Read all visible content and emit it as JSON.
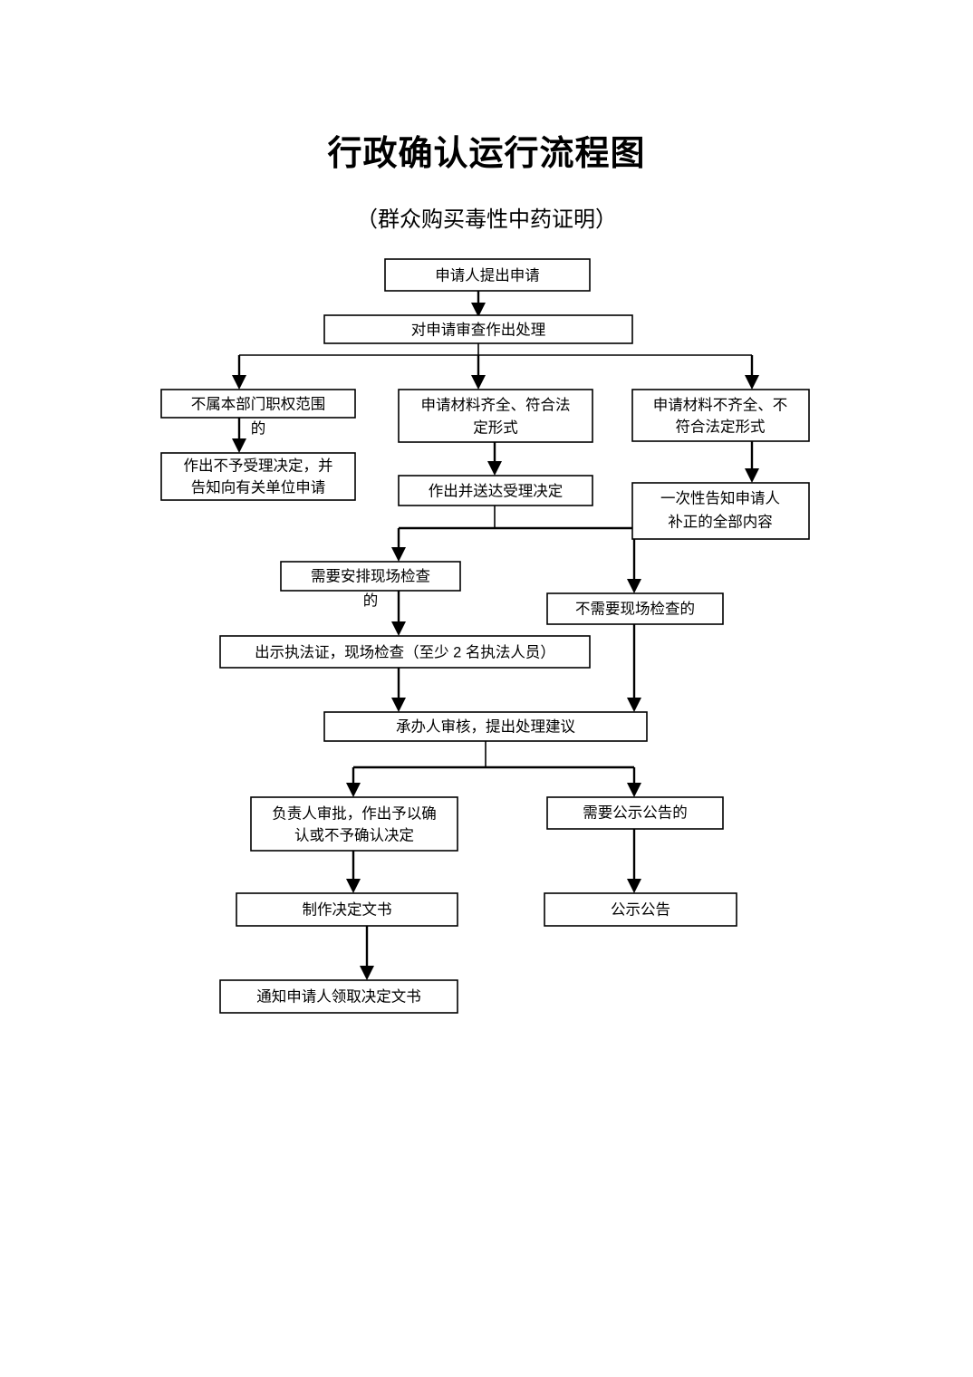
{
  "document": {
    "title": "行政确认运行流程图",
    "subtitle": "（群众购买毒性中药证明）"
  },
  "chart_data": {
    "type": "diagram",
    "diagram_kind": "flowchart",
    "orientation": "top-to-bottom",
    "title": "行政确认运行流程图",
    "subtitle": "（群众购买毒性中药证明）",
    "nodes": [
      {
        "id": "n1",
        "label": "申请人提出申请"
      },
      {
        "id": "n2",
        "label": "对申请审查作出处理"
      },
      {
        "id": "n3",
        "label": "不属本部门职权范围的"
      },
      {
        "id": "n4",
        "label": "申请材料齐全、符合法定形式"
      },
      {
        "id": "n5",
        "label": "申请材料不齐全、不符合法定形式"
      },
      {
        "id": "n6",
        "label": "作出不予受理决定，并告知向有关单位申请"
      },
      {
        "id": "n7",
        "label": "作出并送达受理决定"
      },
      {
        "id": "n8",
        "label": "一次性告知申请人补正的全部内容"
      },
      {
        "id": "n9",
        "label": "需要安排现场检查的"
      },
      {
        "id": "n10",
        "label": "不需要现场检查的"
      },
      {
        "id": "n11",
        "label": "出示执法证，现场检查（至少 2 名执法人员）"
      },
      {
        "id": "n12",
        "label": "承办人审核，提出处理建议"
      },
      {
        "id": "n13",
        "label": "负责人审批，作出予以确认或不予确认决定"
      },
      {
        "id": "n14",
        "label": "需要公示公告的"
      },
      {
        "id": "n15",
        "label": "制作决定文书"
      },
      {
        "id": "n16",
        "label": "公示公告"
      },
      {
        "id": "n17",
        "label": "通知申请人领取决定文书"
      }
    ],
    "edges": [
      {
        "from": "n1",
        "to": "n2"
      },
      {
        "from": "n2",
        "to": "n3"
      },
      {
        "from": "n2",
        "to": "n4"
      },
      {
        "from": "n2",
        "to": "n5"
      },
      {
        "from": "n3",
        "to": "n6"
      },
      {
        "from": "n4",
        "to": "n7"
      },
      {
        "from": "n5",
        "to": "n8"
      },
      {
        "from": "n7",
        "to": "n9"
      },
      {
        "from": "n7",
        "to": "n10"
      },
      {
        "from": "n9",
        "to": "n11"
      },
      {
        "from": "n11",
        "to": "n12"
      },
      {
        "from": "n10",
        "to": "n12"
      },
      {
        "from": "n12",
        "to": "n13"
      },
      {
        "from": "n12",
        "to": "n14"
      },
      {
        "from": "n13",
        "to": "n15"
      },
      {
        "from": "n14",
        "to": "n16"
      },
      {
        "from": "n15",
        "to": "n17"
      }
    ]
  },
  "boxes": {
    "n1": {
      "line1": "申请人提出申请"
    },
    "n2": {
      "line1": "对申请审查作出处理"
    },
    "n3": {
      "line1": "不属本部门职权范围",
      "line2": "的"
    },
    "n4": {
      "line1": "申请材料齐全、符合法",
      "line2": "定形式"
    },
    "n5": {
      "line1": "申请材料不齐全、不",
      "line2": "符合法定形式"
    },
    "n6": {
      "line1": "作出不予受理决定，并",
      "line2": "告知向有关单位申请"
    },
    "n7": {
      "line1": "作出并送达受理决定"
    },
    "n8": {
      "line1": "一次性告知申请人",
      "line2": "补正的全部内容"
    },
    "n9": {
      "line1": "需要安排现场检查",
      "line2": "的"
    },
    "n10": {
      "line1": "不需要现场检查的"
    },
    "n11": {
      "line1": "出示执法证，现场检查（至少 2 名执法人员）"
    },
    "n12": {
      "line1": "承办人审核，提出处理建议"
    },
    "n13": {
      "line1": "负责人审批，作出予以确",
      "line2": "认或不予确认决定"
    },
    "n14": {
      "line1": "需要公示公告的"
    },
    "n15": {
      "line1": "制作决定文书"
    },
    "n16": {
      "line1": "公示公告"
    },
    "n17": {
      "line1": "通知申请人领取决定文书"
    }
  },
  "colors": {
    "background": "#ffffff",
    "stroke": "#000000",
    "text": "#000000"
  }
}
